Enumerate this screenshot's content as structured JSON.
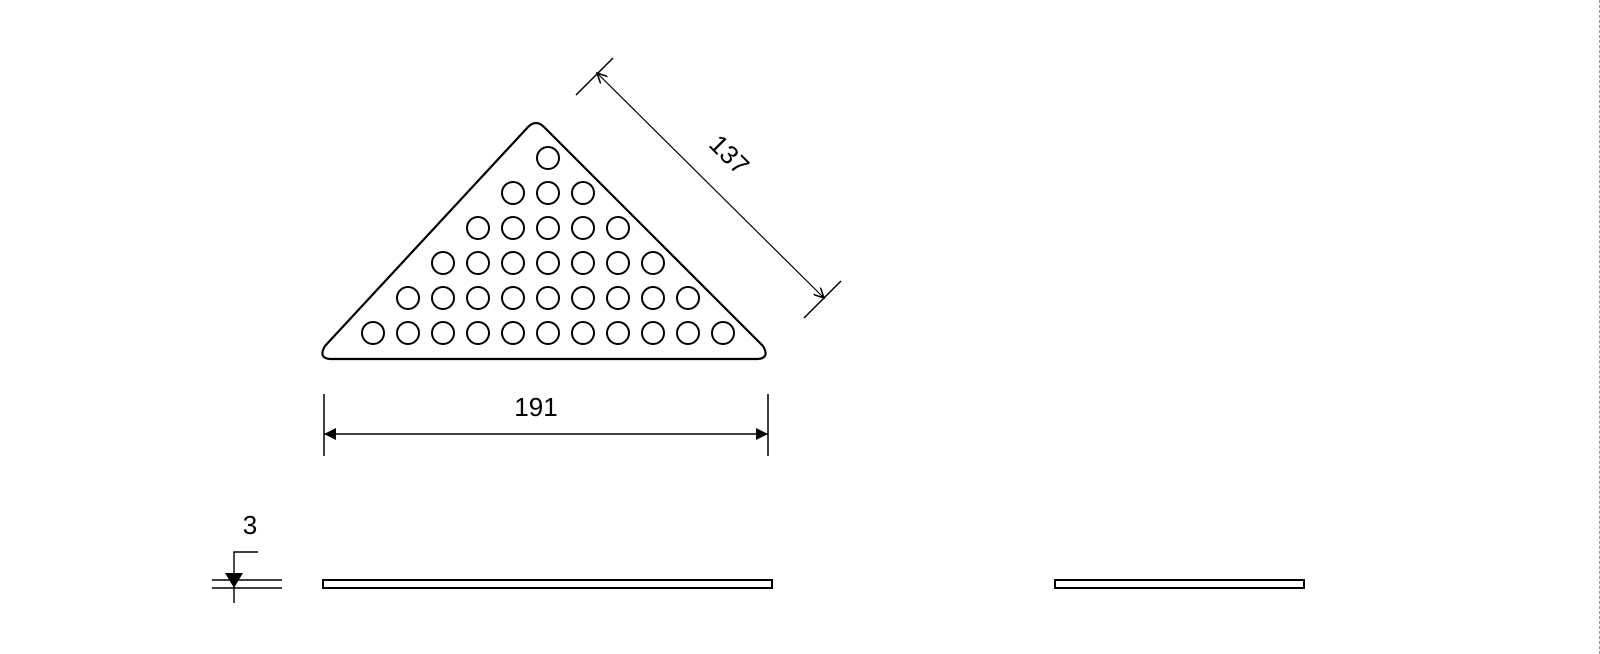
{
  "dimensions": {
    "width": "191",
    "side": "137",
    "thickness": "3"
  },
  "plate": {
    "hole_rows": [
      1,
      3,
      5,
      7,
      9,
      11
    ]
  },
  "colors": {
    "line": "#000000",
    "background": "#ffffff"
  }
}
